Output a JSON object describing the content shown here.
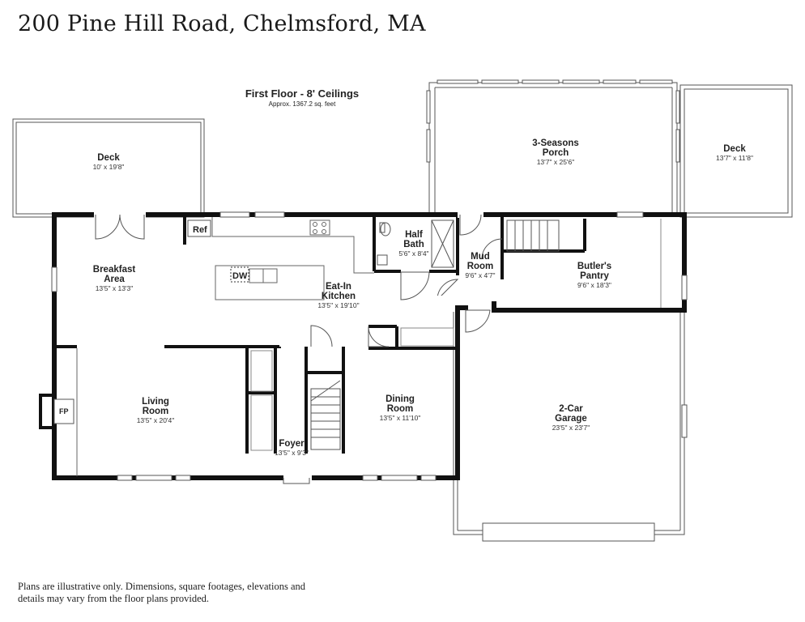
{
  "header": {
    "address": "200 Pine Hill Road, Chelmsford, MA"
  },
  "floor": {
    "title": "First Floor - 8' Ceilings",
    "area": "Approx. 1367.2 sq. feet"
  },
  "rooms": [
    {
      "id": "deck-left",
      "name": "Deck",
      "dims": "10' x 19'8\""
    },
    {
      "id": "porch",
      "name": "3-Seasons|Porch",
      "dims": "13'7\" x 25'6\""
    },
    {
      "id": "deck-right",
      "name": "Deck",
      "dims": "13'7\" x 11'8\""
    },
    {
      "id": "breakfast",
      "name": "Breakfast|Area",
      "dims": "13'5\" x 13'3\""
    },
    {
      "id": "kitchen",
      "name": "Eat-In|Kitchen",
      "dims": "13'5\" x 19'10\""
    },
    {
      "id": "half-bath",
      "name": "Half|Bath",
      "dims": "5'6\" x 8'4\""
    },
    {
      "id": "mud-room",
      "name": "Mud|Room",
      "dims": "9'6\" x 4'7\""
    },
    {
      "id": "butlers-pantry",
      "name": "Butler's|Pantry",
      "dims": "9'6\" x 18'3\""
    },
    {
      "id": "living",
      "name": "Living|Room",
      "dims": "13'5\" x 20'4\""
    },
    {
      "id": "dining",
      "name": "Dining|Room",
      "dims": "13'5\" x 11'10\""
    },
    {
      "id": "foyer",
      "name": "Foyer",
      "dims": "13'5\" x 9'3\""
    },
    {
      "id": "garage",
      "name": "2-Car|Garage",
      "dims": "23'5\" x 23'7\""
    }
  ],
  "labels": {
    "refrigerator": "Ref",
    "dishwasher": "DW",
    "fireplace": "FP"
  },
  "footer": {
    "disclaimer": "Plans are illustrative only. Dimensions, square footages, elevations and details may vary from the floor plans provided."
  }
}
